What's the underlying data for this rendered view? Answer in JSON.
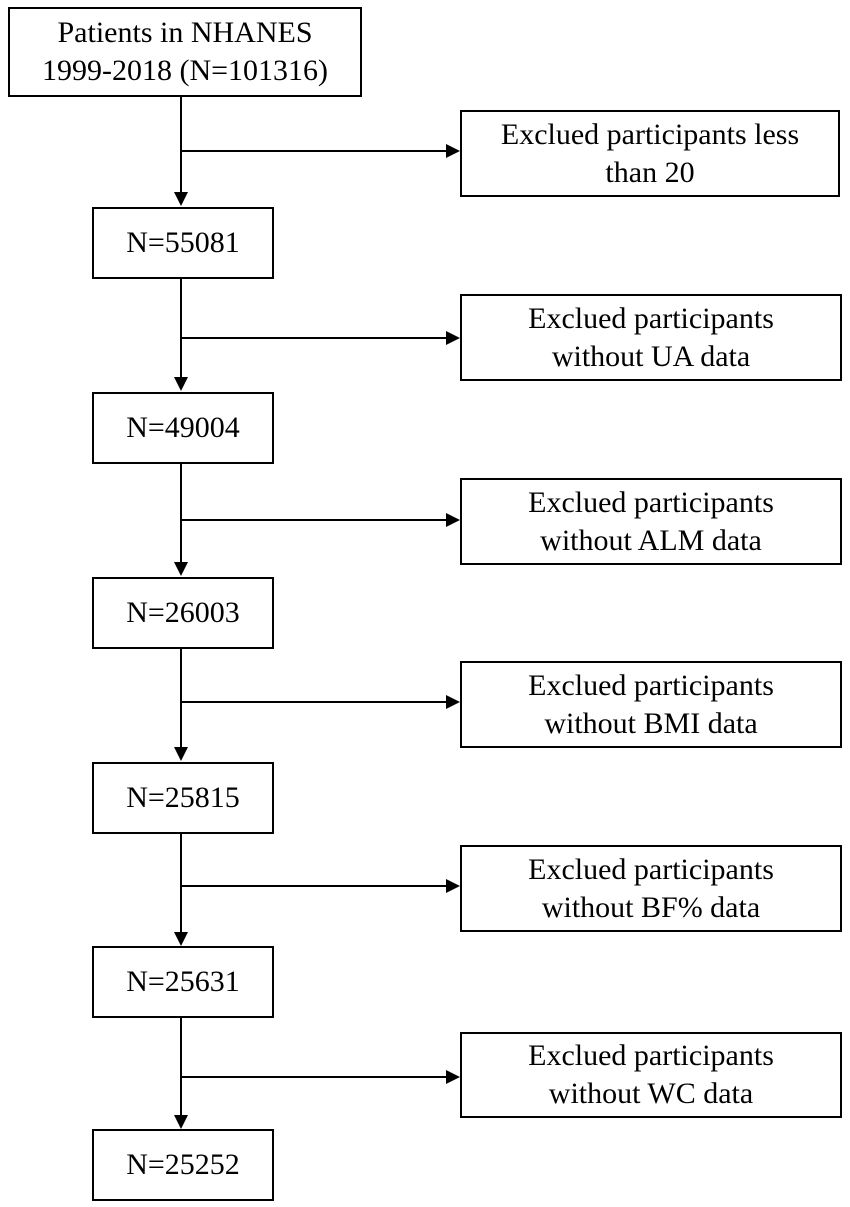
{
  "start": {
    "line1": "Patients in NHANES",
    "line2": "1999-2018 (N=101316)"
  },
  "steps": [
    {
      "remaining": "N=55081",
      "excluded_line1": "Exclued participants less",
      "excluded_line2": "than 20"
    },
    {
      "remaining": "N=49004",
      "excluded_line1": "Exclued participants",
      "excluded_line2": "without UA data"
    },
    {
      "remaining": "N=26003",
      "excluded_line1": "Exclued participants",
      "excluded_line2": "without ALM data"
    },
    {
      "remaining": "N=25815",
      "excluded_line1": "Exclued participants",
      "excluded_line2": "without BMI data"
    },
    {
      "remaining": "N=25631",
      "excluded_line1": "Exclued participants",
      "excluded_line2": "without BF% data"
    },
    {
      "remaining": "N=25252",
      "excluded_line1": "Exclued participants",
      "excluded_line2": "without WC data"
    }
  ]
}
